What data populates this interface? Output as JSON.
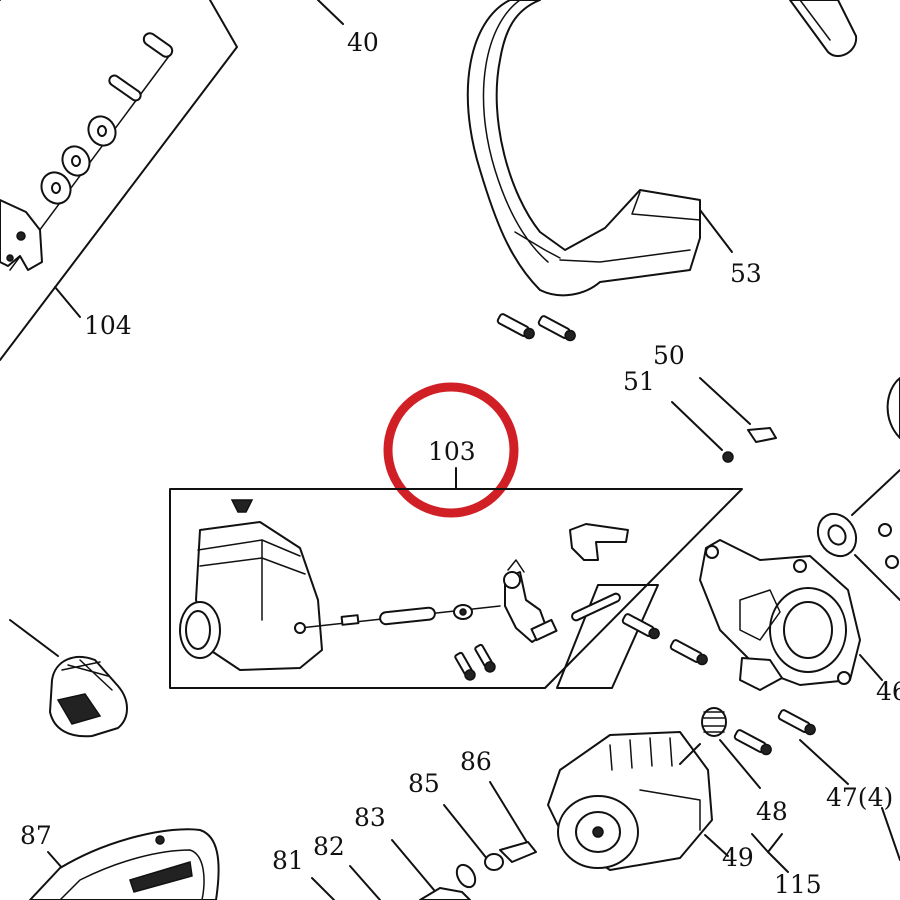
{
  "diagram": {
    "highlight_color": "#d11f26",
    "highlighted_label": "103",
    "callouts": {
      "c40": "40",
      "c53": "53",
      "c104": "104",
      "c103": "103",
      "c50": "50",
      "c51": "51",
      "c46": "46",
      "c47": "47(4)",
      "c48": "48",
      "c49": "49",
      "c115": "115",
      "c86": "86",
      "c85": "85",
      "c83": "83",
      "c82": "82",
      "c81": "81",
      "c87": "87"
    }
  }
}
